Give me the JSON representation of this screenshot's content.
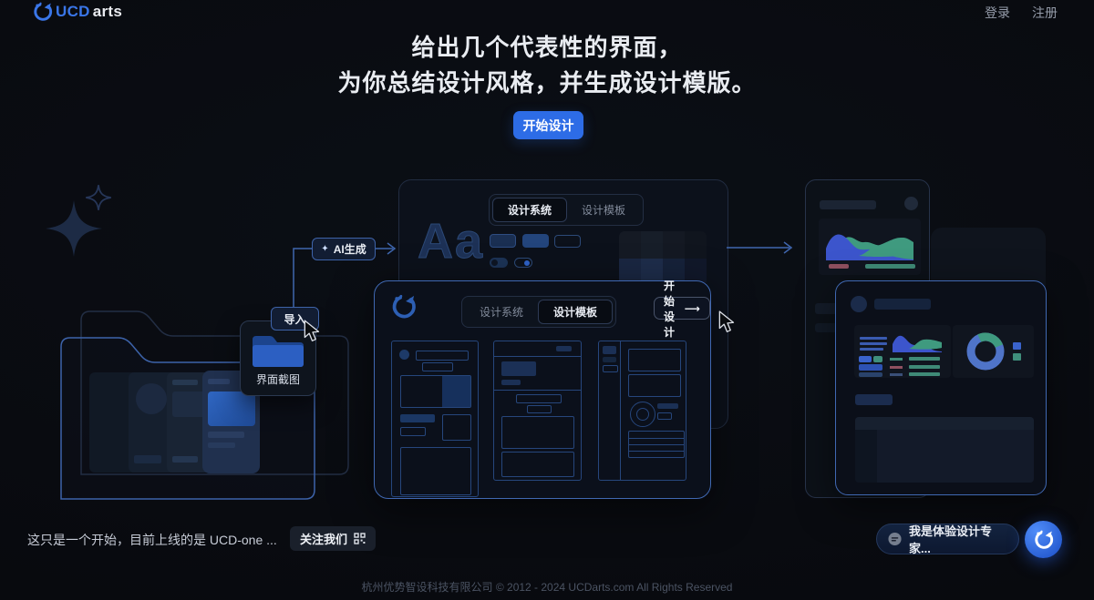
{
  "colors": {
    "accent_blue": "#2d6ce6",
    "panel_border_blue": "#4068b2",
    "background": "#090b10",
    "chart_green": "#3f9a7f",
    "chart_blue": "#3c55cc",
    "chart_red": "#8f5060"
  },
  "header": {
    "logo_ucd": "UCD",
    "logo_arts": "arts",
    "nav": {
      "login": "登录",
      "register": "注册"
    }
  },
  "hero": {
    "title_line1": "给出几个代表性的界面，",
    "title_line2": "为你总结设计风格，并生成设计模版。",
    "cta_label": "开始设计"
  },
  "illustration": {
    "import_badge_label": "导入",
    "ai_badge_icon": "✦",
    "ai_badge_label": "AI生成",
    "screenshot_card_label": "界面截图",
    "type_specimen": "Aa",
    "design_system_panel": {
      "tab_design_system": "设计系统",
      "tab_design_template": "设计模板"
    },
    "template_panel": {
      "tab_design_system": "设计系统",
      "tab_design_template": "设计模板",
      "start_button_label": "开始设计",
      "start_button_arrow": "⟶"
    }
  },
  "bottom_bar": {
    "note_text": "这只是一个开始，目前上线的是 UCD-one ...",
    "follow_us_label": "关注我们",
    "assistant_message": "我是体验设计专家..."
  },
  "footer": {
    "copyright": "杭州优势智设科技有限公司 © 2012 - 2024 UCDarts.com All Rights Reserved"
  }
}
